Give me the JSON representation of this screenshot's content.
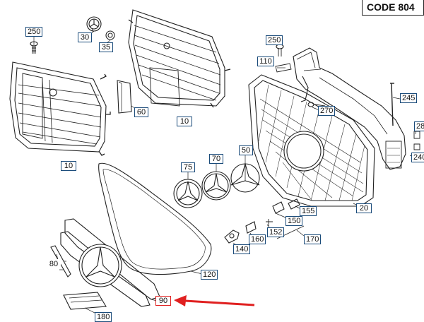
{
  "code_label": "CODE 804",
  "callouts": {
    "c250a": "250",
    "c30": "30",
    "c35": "35",
    "c60": "60",
    "c10a": "10",
    "c10b": "10",
    "c250b": "250",
    "c110": "110",
    "c270": "270",
    "c245": "245",
    "c28": "28",
    "c240": "240",
    "c20": "20",
    "c75": "75",
    "c70": "70",
    "c50": "50",
    "c155": "155",
    "c150": "150",
    "c152": "152",
    "c160": "160",
    "c140": "140",
    "c170": "170",
    "c80": "80",
    "c120": "120",
    "c180": "180",
    "c90": "90"
  },
  "colors": {
    "highlight": "#e02020",
    "line": "#222222",
    "callout_border": "#1a4b7a"
  }
}
